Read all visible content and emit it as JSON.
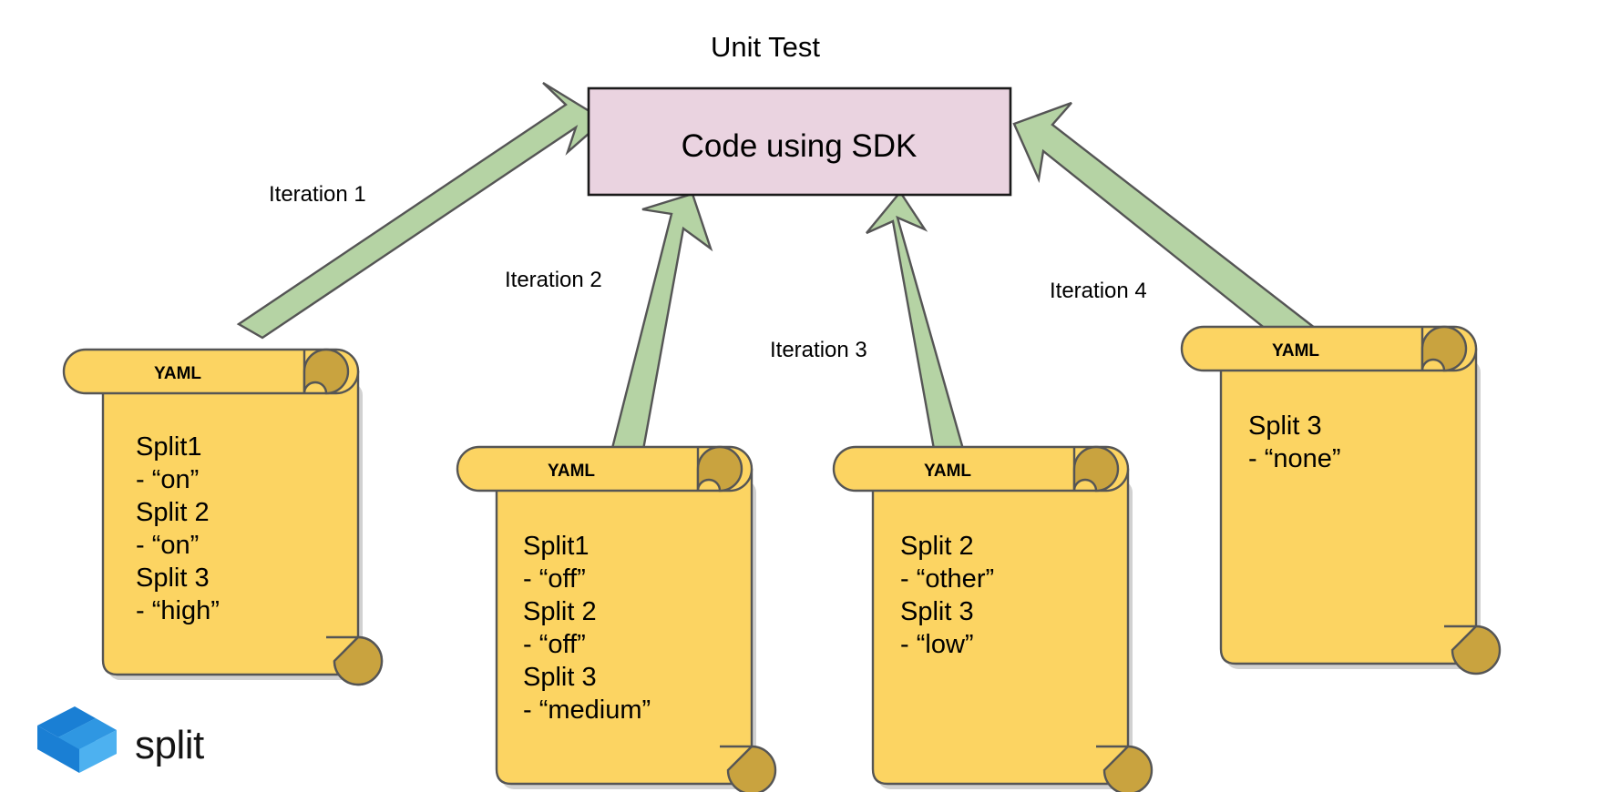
{
  "diagram": {
    "title": "Unit Test",
    "center_box": {
      "label": "Code using SDK",
      "fill_color": "#ead3e0",
      "border_color": "#1a1a1a"
    },
    "arrow_color": "#b5d3a4",
    "scroll_color": "#fcd462",
    "scroll_curl_color": "#c9a33f",
    "arrows": [
      {
        "label": "Iteration 1"
      },
      {
        "label": "Iteration 2"
      },
      {
        "label": "Iteration 3"
      },
      {
        "label": "Iteration 4"
      }
    ],
    "scrolls": [
      {
        "banner": "YAML",
        "lines": [
          "Split1",
          " - “on”",
          "Split 2",
          "- “on”",
          "Split 3",
          "- “high”"
        ]
      },
      {
        "banner": "YAML",
        "lines": [
          "Split1",
          " - “off”",
          "Split 2",
          "- “off”",
          "Split 3",
          "- “medium”"
        ]
      },
      {
        "banner": "YAML",
        "lines": [
          "Split 2",
          "- “other”",
          "Split 3",
          "- “low”"
        ]
      },
      {
        "banner": "YAML",
        "lines": [
          "Split 3",
          "- “none”"
        ]
      }
    ],
    "logo": {
      "text": "split",
      "mark_color_dark": "#1a7fd4",
      "mark_color_light": "#4db1f0"
    }
  }
}
